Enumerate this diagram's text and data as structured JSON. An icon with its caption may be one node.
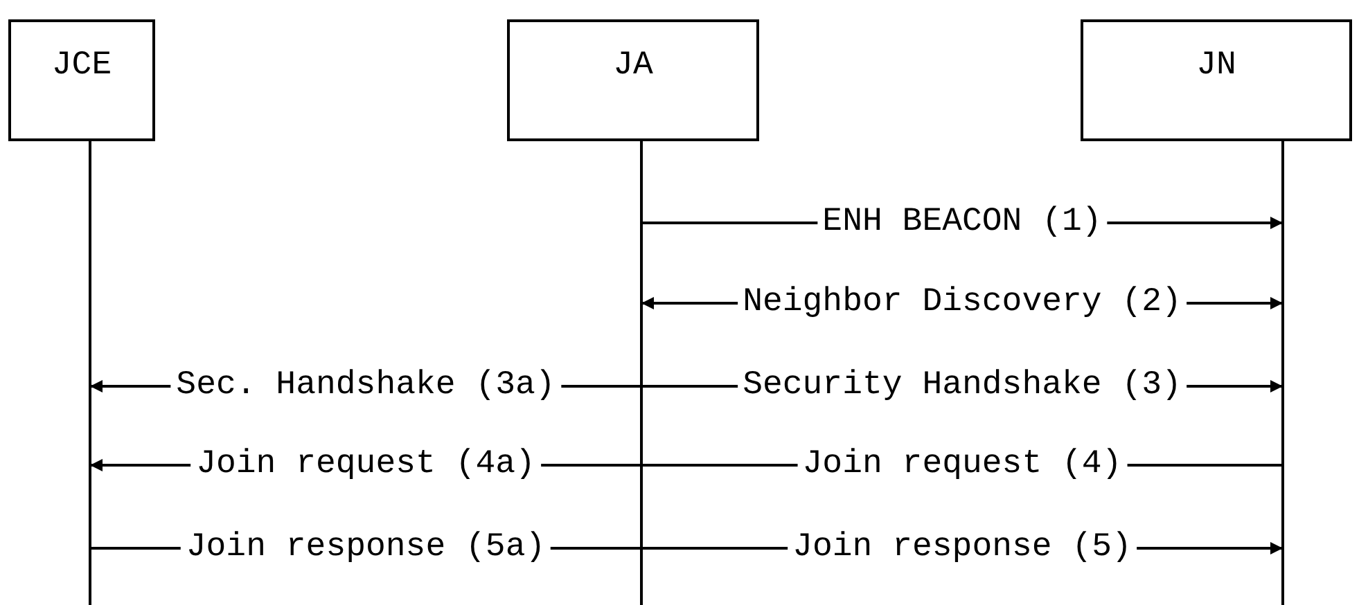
{
  "diagram": {
    "nodes": [
      {
        "text": [
          "JCE"
        ]
      },
      {
        "text": [
          "JA"
        ]
      },
      {
        "text": [
          "JN"
        ]
      }
    ],
    "edges": [
      {
        "from": 1,
        "to": 2,
        "arrow": "to",
        "label": "ENH BEACON (1)"
      },
      {
        "from": 1,
        "to": 2,
        "arrow": "both",
        "label": "Neighbor Discovery (2)"
      },
      {
        "from": 1,
        "to": 0,
        "arrow": "to",
        "label": "Sec. Handshake (3a)"
      },
      {
        "from": 1,
        "to": 2,
        "arrow": "to",
        "label": "Security Handshake (3)"
      },
      {
        "from": 1,
        "to": 0,
        "arrow": "to",
        "label": "Join request (4a)"
      },
      {
        "from": 2,
        "to": 1,
        "arrow": "none",
        "label": "Join request (4)"
      },
      {
        "from": 0,
        "to": 1,
        "arrow": "none",
        "label": "Join response (5a)"
      },
      {
        "from": 1,
        "to": 2,
        "arrow": "to",
        "label": "Join response (5)"
      }
    ]
  }
}
